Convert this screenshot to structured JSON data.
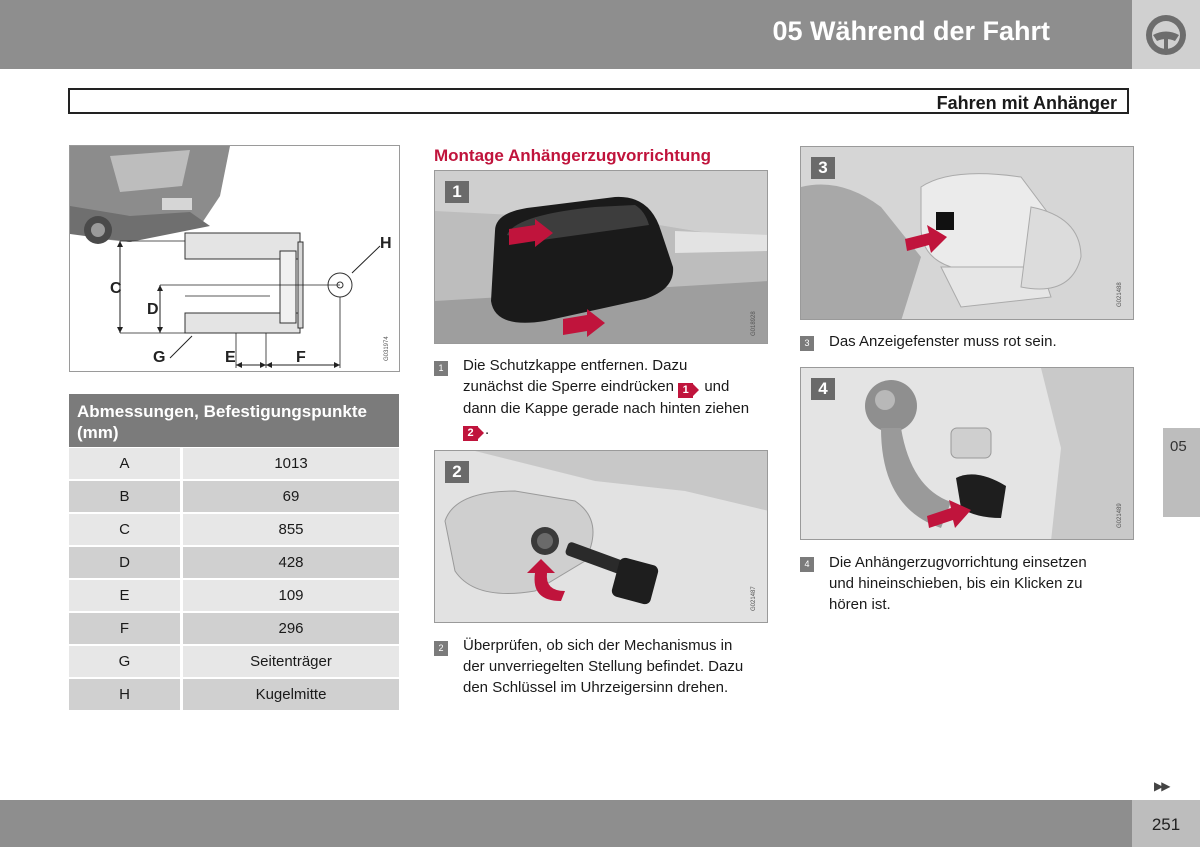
{
  "header": {
    "chapter_title": "05 Während der Fahrt",
    "icon": "steering-wheel-icon"
  },
  "section": {
    "title": "Fahren mit Anhänger"
  },
  "diagram": {
    "labels": {
      "c": "C",
      "d": "D",
      "g": "G",
      "e": "E",
      "f": "F",
      "h": "H"
    },
    "code": "G031974"
  },
  "table": {
    "heading": "Abmessungen, Befestigungspunkte (mm)",
    "rows": [
      {
        "key": "A",
        "value": "1013"
      },
      {
        "key": "B",
        "value": "69"
      },
      {
        "key": "C",
        "value": "855"
      },
      {
        "key": "D",
        "value": "428"
      },
      {
        "key": "E",
        "value": "109"
      },
      {
        "key": "F",
        "value": "296"
      },
      {
        "key": "G",
        "value": "Seitenträger"
      },
      {
        "key": "H",
        "value": "Kugelmitte"
      }
    ]
  },
  "montage": {
    "heading": "Montage Anhängerzugvorrichtung",
    "figures": [
      {
        "num": "1",
        "code": "G018928"
      },
      {
        "num": "2",
        "code": "G021487"
      },
      {
        "num": "3",
        "code": "G021488"
      },
      {
        "num": "4",
        "code": "G021489"
      }
    ],
    "steps": [
      {
        "num": "1",
        "line1": "Die Schutzkappe entfernen. Dazu",
        "line2a": "zunächst die Sperre eindrücken",
        "tag1": "1",
        "line2b": "und",
        "line3": "dann die Kappe gerade nach hinten ziehen",
        "tag2": "2",
        "line4": "."
      },
      {
        "num": "2",
        "line1": "Überprüfen, ob sich der Mechanismus in",
        "line2": "der unverriegelten Stellung befindet. Dazu",
        "line3": "den Schlüssel im Uhrzeigersinn drehen."
      },
      {
        "num": "3",
        "line1": "Das Anzeigefenster muss rot sein."
      },
      {
        "num": "4",
        "line1": "Die Anhängerzugvorrichtung einsetzen",
        "line2": "und hineinschieben, bis ein Klicken zu",
        "line3": "hören ist."
      }
    ]
  },
  "side_tab": {
    "label": "05"
  },
  "footer": {
    "page_number": "251",
    "next_icon": "double-arrow-right-icon"
  },
  "colors": {
    "accent": "#c0143c",
    "header_gray": "#8e8e8e",
    "table_head": "#7b7b7b"
  }
}
